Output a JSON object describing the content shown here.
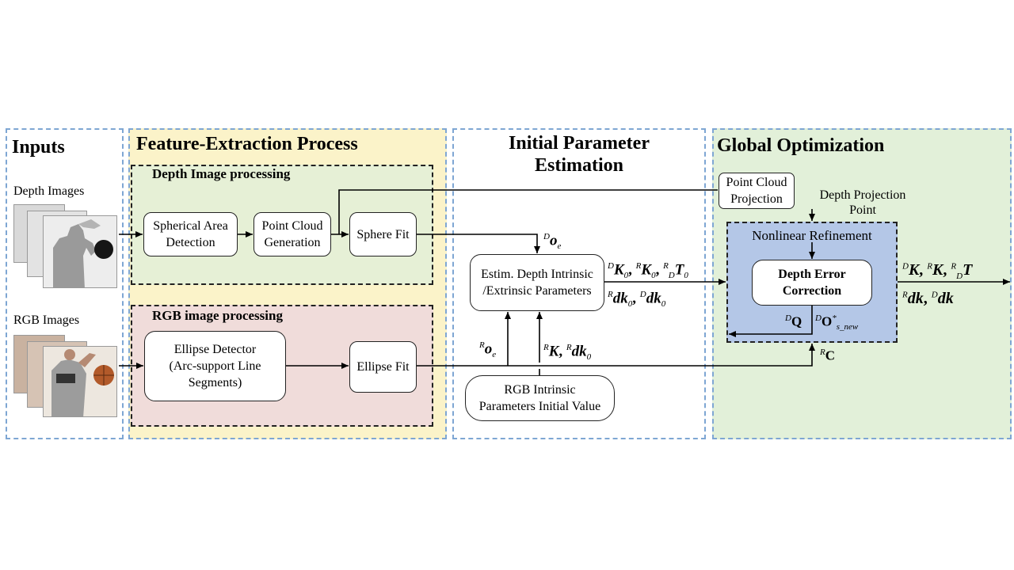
{
  "panels": {
    "inputs": "Inputs",
    "feature": "Feature-Extraction Process",
    "initial": "Initial Parameter\nEstimation",
    "global": "Global Optimization"
  },
  "subpanels": {
    "depth": "Depth Image processing",
    "rgb": "RGB image processing",
    "nonlinear": "Nonlinear Refinement"
  },
  "inputs": {
    "depth_label": "Depth Images",
    "rgb_label": "RGB Images"
  },
  "nodes": {
    "spherical": "Spherical Area\nDetection",
    "point_cloud": "Point Cloud\nGeneration",
    "sphere_fit": "Sphere Fit",
    "ellipse_detector": "Ellipse Detector\n(Arc-support Line\nSegments)",
    "ellipse_fit": "Ellipse Fit",
    "estim": "Estim. Depth Intrinsic\n/Extrinsic Parameters",
    "rgb_intrinsic": "RGB Intrinsic\nParameters Initial Value",
    "pc_projection": "Point Cloud\nProjection",
    "depth_error": "Depth Error\nCorrection"
  },
  "labels": {
    "depth_projection_point": "Depth Projection\nPoint"
  },
  "colors": {
    "panel_border": "#7ea6d3",
    "feature_bg": "#fbf3c9",
    "depth_sub_bg": "#e6f0d6",
    "rgb_sub_bg": "#f0dcda",
    "global_bg": "#e2f0d9",
    "nonlinear_bg": "#b4c7e7"
  }
}
